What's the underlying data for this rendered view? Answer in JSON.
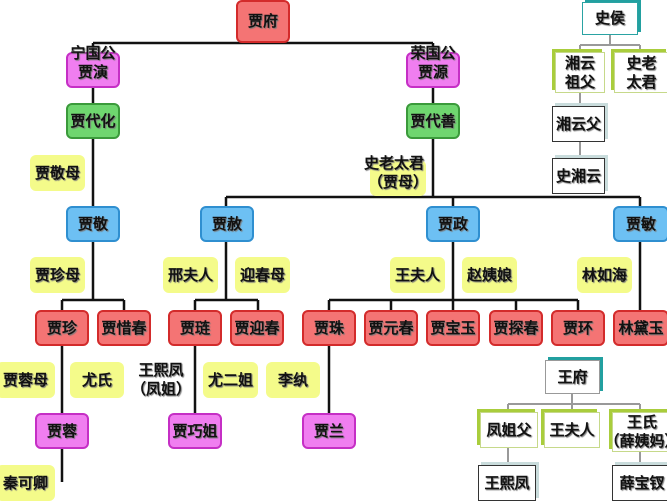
{
  "nodes": {
    "jia_fu": "贾府",
    "ningguogong_l1": "宁国公",
    "ningguogong_l2": "贾演",
    "rongguogong_l1": "荣国公",
    "rongguogong_l2": "贾源",
    "jia_daihua": "贾代化",
    "jia_daishan": "贾代善",
    "jia_jing_mother": "贾敬母",
    "grandmother_l1": "史老太君",
    "grandmother_l2": "（贾母）",
    "jia_jing": "贾敬",
    "jia_she": "贾赦",
    "jia_zheng": "贾政",
    "jia_min": "贾敏",
    "jia_zhen_mother": "贾珍母",
    "lady_xing": "邢夫人",
    "yingchun_mother": "迎春母",
    "lady_wang": "王夫人",
    "concubine_zhao": "赵姨娘",
    "lin_ruhai": "林如海",
    "jia_zhen": "贾珍",
    "jia_xichun": "贾惜春",
    "jia_lian": "贾琏",
    "jia_yingchun": "贾迎春",
    "jia_zhu": "贾珠",
    "jia_yuanchun": "贾元春",
    "jia_baoyu": "贾宝玉",
    "jia_tanchun": "贾探春",
    "jia_huan": "贾环",
    "lin_daiyu": "林黛玉",
    "jia_rong_mother": "贾蓉母",
    "you_shi": "尤氏",
    "wang_xifeng_l1": "王熙凤",
    "wang_xifeng_l2": "（凤姐）",
    "you_erjie": "尤二姐",
    "li_wan": "李纨",
    "jia_rong": "贾蓉",
    "jia_qiaojie": "贾巧姐",
    "jia_lan": "贾兰",
    "qin_keqing": "秦可卿"
  },
  "shi_family": {
    "shi_hou": "史侯",
    "xiangyun_grandfather_l1": "湘云",
    "xiangyun_grandfather_l2": "祖父",
    "shi_laotaijun_l1": "史老",
    "shi_laotaijun_l2": "太君",
    "xiangyun_father": "湘云父",
    "shi_xiangyun": "史湘云"
  },
  "wang_family": {
    "wang_fu": "王府",
    "fengjie_father": "凤姐父",
    "lady_wang": "王夫人",
    "aunt_xue_l1": "王氏",
    "aunt_xue_l2": "（薛姨妈）",
    "wang_xifeng": "王熙凤",
    "xue_baochai": "薛宝钗"
  },
  "colors": {
    "root": "#f47474",
    "duke": "#f07ef0",
    "generation2": "#6fd66f",
    "generation3": "#6dc0f3",
    "spouse": "#f4fb8a",
    "children": "#f47474",
    "grandchildren": "#f07ef0"
  }
}
